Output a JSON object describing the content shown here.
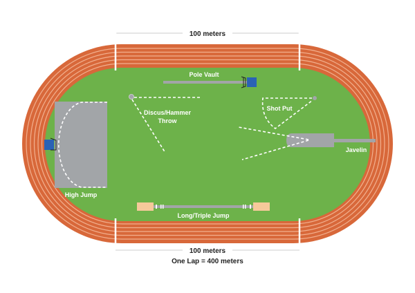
{
  "colors": {
    "track": "#d8683a",
    "lane_line": "#f2b08f",
    "field": "#6db24a",
    "pit": "#a2a5a8",
    "box": "#2a62b5",
    "sand": "#f6c99a"
  },
  "dimensions": {
    "top": "100 meters",
    "bottom": "100 meters",
    "lap": "One Lap = 400 meters"
  },
  "events": {
    "pole_vault": "Pole Vault",
    "discus_line1": "Discus/Hammer",
    "discus_line2": "Throw",
    "shot_put": "Shot Put",
    "javelin": "Javelin",
    "high_jump": "High Jump",
    "long_jump": "Long/Triple Jump"
  }
}
